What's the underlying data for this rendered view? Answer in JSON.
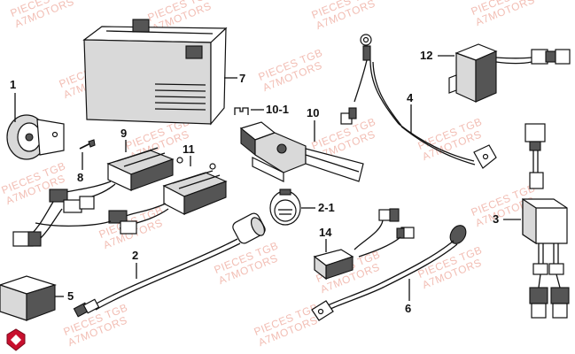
{
  "watermark": {
    "line1": "PIECES TGB",
    "line2": "A7MOTORS"
  },
  "callouts": {
    "c1": "1",
    "c2": "2",
    "c2_1": "2-1",
    "c3": "3",
    "c4": "4",
    "c5": "5",
    "c6": "6",
    "c7": "7",
    "c8": "8",
    "c9": "9",
    "c10": "10",
    "c10_1": "10-1",
    "c11": "11",
    "c12": "12",
    "c14": "14"
  },
  "colors": {
    "line": "#111111",
    "watermark": "#f0b3a8",
    "logo": "#c8102e"
  }
}
